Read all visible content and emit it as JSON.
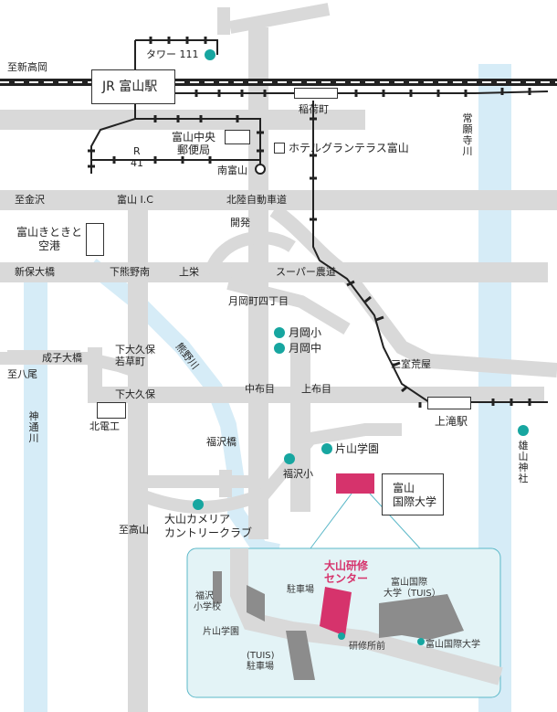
{
  "stations": {
    "toyama": "JR 富山駅",
    "tower111": "タワー 111",
    "inarimachi": "稲荷町",
    "minamitoyama": "南富山",
    "kamitaki": "上滝駅",
    "sanshitsuaraya": "三室荒屋"
  },
  "places": {
    "post_office": [
      "富山中央",
      "郵便局"
    ],
    "hotel": "ホテルグランテラス富山",
    "airport": [
      "富山きときと",
      "空港"
    ],
    "kitadenko": "北電工",
    "tsukioka_elem": "月岡小",
    "tsukioka_mid": "月岡中",
    "fukuzawa_elem": "福沢小",
    "katayama_gakuen": "片山学園",
    "camellia": [
      "大山カメリア",
      "カントリークラブ"
    ],
    "tuis": [
      "富山",
      "国際大学"
    ],
    "oyama_jinja": "雄山神社"
  },
  "roads": {
    "to_shintakaoka": "至新高岡",
    "to_kanazawa": "至金沢",
    "toyama_ic": "富山 I.C",
    "hokuriku_expressway": "北陸自動車道",
    "kaihatsu": "開発",
    "shinpo_bridge": "新保大橋",
    "shimokumano_minami": "下熊野南",
    "uwagaki": "上栄",
    "super_nodo": "スーパー農道",
    "tsukiokamachi": "月岡町四丁目",
    "nariko_bridge": "成子大橋",
    "to_yao": "至八尾",
    "shimookubo_wakakusa": [
      "下大久保",
      "若草町"
    ],
    "shimookubo": "下大久保",
    "nakanunome": "中布目",
    "kaminunome": "上布目",
    "fukuzawa_bridge": "福沢橋",
    "to_takayama": "至高山",
    "route41": [
      "R",
      "41"
    ]
  },
  "rivers": {
    "jinzu": "神通川",
    "joganji": "常願寺川",
    "kumano": "熊野川"
  },
  "inset": {
    "title": [
      "大山研修",
      "センター"
    ],
    "fukuzawa_elem": [
      "福沢",
      "小学校"
    ],
    "parking": "駐車場",
    "tuis": [
      "富山国際",
      "大学（TUIS）"
    ],
    "katayama": "片山学園",
    "kenshujo_mae": "研修所前",
    "tuis_stop": "富山国際大学",
    "tuis_parking": [
      "(TUIS)",
      "駐車場"
    ]
  },
  "colors": {
    "road": "#d9d9d9",
    "river": "#d6ecf7",
    "dot": "#17a6a0",
    "highlight": "#d6336c",
    "inset_bg": "#e3f3f6",
    "inset_border": "#5bb8c8"
  }
}
